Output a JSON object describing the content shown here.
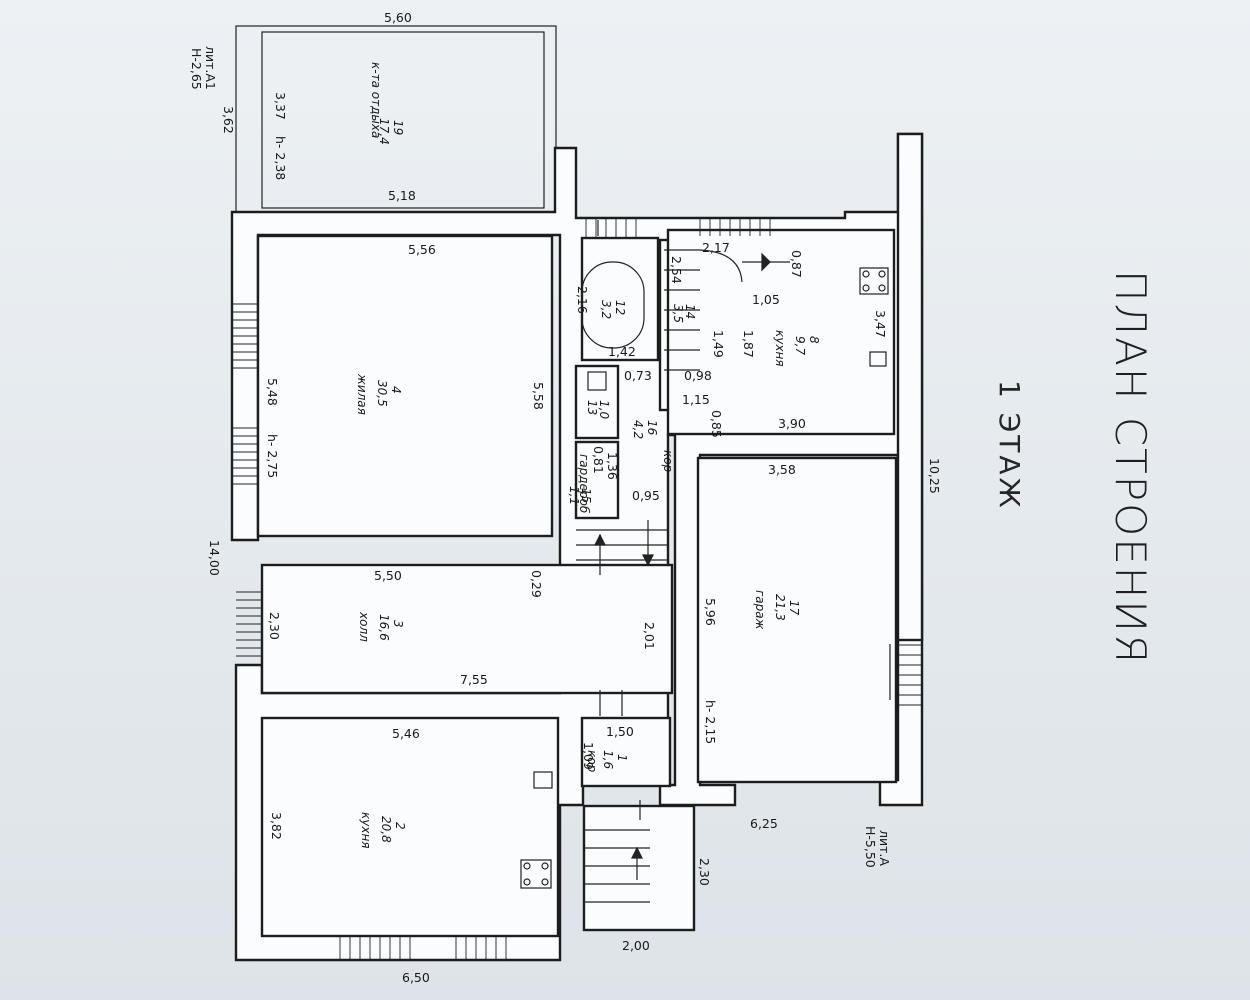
{
  "title": "ПЛАН СТРОЕНИЯ",
  "floor": "1 ЭТАЖ",
  "lit_a1": "лит.А1",
  "lit_a1_h": "Н-2,65",
  "lit_a": "лит.А",
  "lit_a_h": "Н-5,50",
  "rooms": [
    {
      "num": "19",
      "area": "17,4",
      "name": "к-та отдыха"
    },
    {
      "num": "4",
      "area": "30,5",
      "name": "жилая"
    },
    {
      "num": "3",
      "area": "16,6",
      "name": "холл"
    },
    {
      "num": "2",
      "area": "20,8",
      "name": "кухня"
    },
    {
      "num": "1",
      "area": "1,6",
      "name": "кор"
    },
    {
      "num": "12",
      "area": "3,2",
      "name": ""
    },
    {
      "num": "13",
      "area": "1,0",
      "name": ""
    },
    {
      "num": "14",
      "area": "3,5",
      "name": ""
    },
    {
      "num": "15",
      "area": "1,1",
      "name": "гардероб"
    },
    {
      "num": "16",
      "area": "4,2",
      "name": "кор"
    },
    {
      "num": "8",
      "area": "9,7",
      "name": "кухня"
    },
    {
      "num": "17",
      "area": "21,3",
      "name": "гараж"
    }
  ],
  "dims": {
    "d560": "5,60",
    "d337": "3,37",
    "d362": "3,62",
    "h238": "h- 2,38",
    "d518": "5,18",
    "d556": "5,56",
    "d558": "5,58",
    "d548": "5,48",
    "h275": "h- 2,75",
    "d1400": "14,00",
    "d550": "5,50",
    "d230": "2,30",
    "d029": "0,29",
    "d201": "2,01",
    "d755": "7,55",
    "d546": "5,46",
    "d382": "3,82",
    "d650": "6,50",
    "d150": "1,50",
    "d109": "1,09",
    "d200": "2,00",
    "d230b": "2,30",
    "d625": "6,25",
    "d216": "2,16",
    "d142": "1,42",
    "d073": "0,73",
    "d081": "0,81",
    "d136": "1,36",
    "d095": "0,95",
    "d217": "2,17",
    "d254": "2,54",
    "d149": "1,49",
    "d098": "0,98",
    "d115": "1,15",
    "d087": "0,87",
    "d105": "1,05",
    "d187": "1,87",
    "d347": "3,47",
    "d085": "0,85",
    "d390": "3,90",
    "d358": "3,58",
    "d596": "5,96",
    "h215": "h- 2,15",
    "d1025": "10,25"
  }
}
